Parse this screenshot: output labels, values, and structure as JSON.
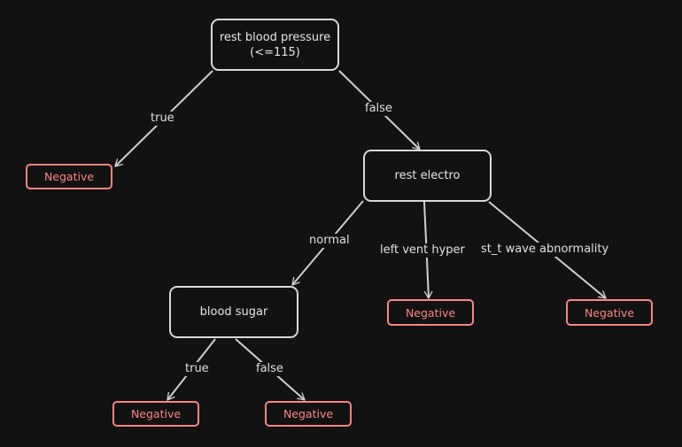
{
  "colors": {
    "background": "#121212",
    "node_stroke": "#d9d9d9",
    "leaf_stroke": "#ff8383",
    "edge": "#d0d0d0"
  },
  "nodes": {
    "root": {
      "line1": "rest blood pressure",
      "line2": "(<=115)"
    },
    "rest_electro": {
      "label": "rest electro"
    },
    "blood_sugar": {
      "label": "blood sugar"
    },
    "leaf_root_true": {
      "label": "Negative"
    },
    "leaf_left_vent": {
      "label": "Negative"
    },
    "leaf_st_t": {
      "label": "Negative"
    },
    "leaf_bs_true": {
      "label": "Negative"
    },
    "leaf_bs_false": {
      "label": "Negative"
    }
  },
  "edges": {
    "root_true": "true",
    "root_false": "false",
    "electro_normal": "normal",
    "electro_left_vent": "left vent hyper",
    "electro_st_t": "st_t wave abnormality",
    "bs_true": "true",
    "bs_false": "false"
  }
}
